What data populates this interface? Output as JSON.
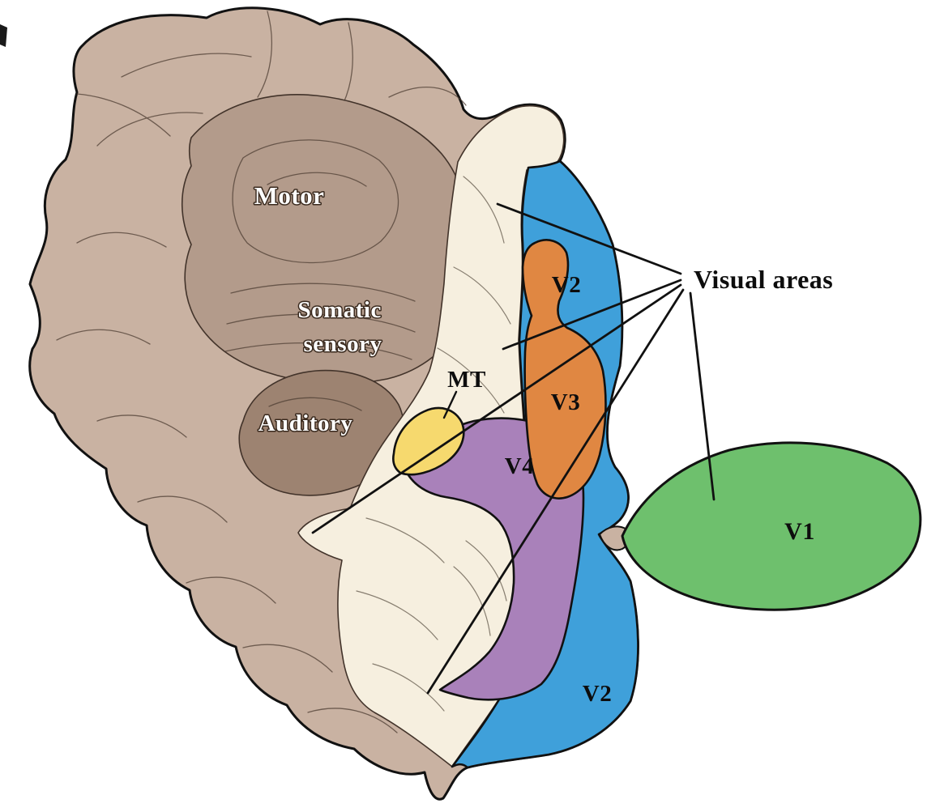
{
  "figure": {
    "labels": {
      "motor": "Motor",
      "somatic_line1": "Somatic",
      "somatic_line2": "sensory",
      "auditory": "Auditory",
      "mt": "MT",
      "v2_top": "V2",
      "v3": "V3",
      "v4": "V4",
      "v2_bottom": "V2",
      "v1": "V1",
      "visual_areas": "Visual areas"
    },
    "palette": {
      "background": "#ffffff",
      "cortex_tan": "#c9b2a2",
      "cortex_mid": "#b39b8b",
      "cortex_dark": "#9d8371",
      "visual_cream": "#f6efdf",
      "v2_blue": "#3fa0da",
      "v3_orange": "#e08742",
      "v4_purple": "#a981ba",
      "mt_yellow": "#f6d96e",
      "v1_green": "#6ec06d",
      "outline": "#111111",
      "label_light": "#ffffff",
      "label_dark": "#0d0d0d"
    }
  }
}
